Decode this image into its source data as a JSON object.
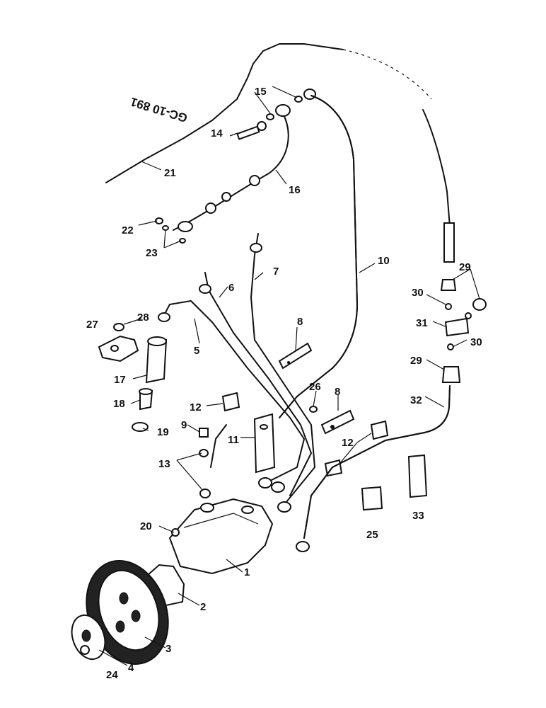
{
  "reference": "GC-10 891",
  "callouts": [
    "1",
    "2",
    "3",
    "4",
    "5",
    "6",
    "7",
    "8",
    "8",
    "9",
    "10",
    "11",
    "12",
    "12",
    "13",
    "14",
    "15",
    "16",
    "17",
    "18",
    "19",
    "20",
    "21",
    "22",
    "23",
    "24",
    "25",
    "26",
    "27",
    "28",
    "29",
    "29",
    "30",
    "30",
    "31",
    "32",
    "33"
  ]
}
